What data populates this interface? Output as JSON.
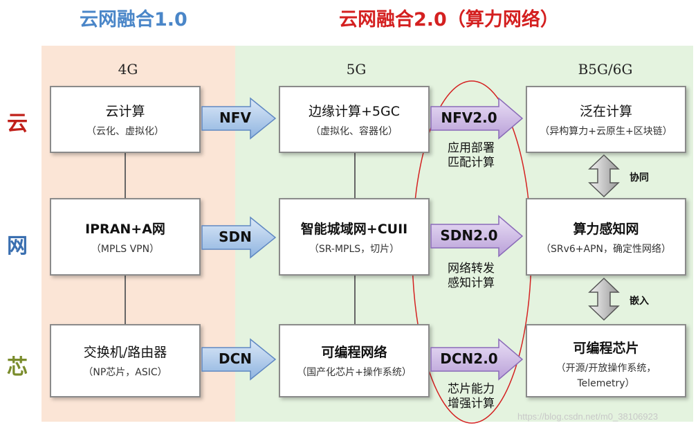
{
  "headers": {
    "left": "云网融合1.0",
    "right": "云网融合2.0（算力网络）"
  },
  "generations": {
    "g4": "4G",
    "g5": "5G",
    "g6": "B5G/6G"
  },
  "rows": {
    "cloud": "云",
    "net": "网",
    "chip": "芯"
  },
  "colors": {
    "cloud": "#c0201a",
    "net": "#3a6fb0",
    "chip": "#7a8c2c"
  },
  "boxes": {
    "c4g": {
      "title": "云计算",
      "sub": "（云化、虚拟化）"
    },
    "c5g": {
      "title": "边缘计算+5GC",
      "sub": "（虚拟化、容器化）"
    },
    "c6g": {
      "title": "泛在计算",
      "sub": "（异构算力+云原生+区块链）"
    },
    "n4g": {
      "title": "IPRAN+A网",
      "sub": "（MPLS VPN）"
    },
    "n5g": {
      "title": "智能城域网+CUII",
      "sub": "（SR-MPLS，切片）"
    },
    "n6g": {
      "title": "算力感知网",
      "sub": "（SRv6+APN，确定性网络）"
    },
    "h4g": {
      "title": "交换机/路由器",
      "sub": "（NP芯片，ASIC）"
    },
    "h5g": {
      "title": "可编程网络",
      "sub": "（国产化芯片+操作系统）"
    },
    "h6g": {
      "title": "可编程芯片",
      "sub1": "（开源/开放操作系统，",
      "sub2": "Telemetry）"
    }
  },
  "arrows": {
    "nfv": "NFV",
    "sdn": "SDN",
    "dcn": "DCN",
    "nfv2": "NFV2.0",
    "sdn2": "SDN2.0",
    "dcn2": "DCN2.0"
  },
  "notes": {
    "nfv2_l1": "应用部署",
    "nfv2_l2": "匹配计算",
    "sdn2_l1": "网络转发",
    "sdn2_l2": "感知计算",
    "dcn2_l1": "芯片能力",
    "dcn2_l2": "增强计算"
  },
  "links": {
    "collab": "协同",
    "embed": "嵌入"
  },
  "watermark": "https://blog.csdn.net/m0_38106923"
}
